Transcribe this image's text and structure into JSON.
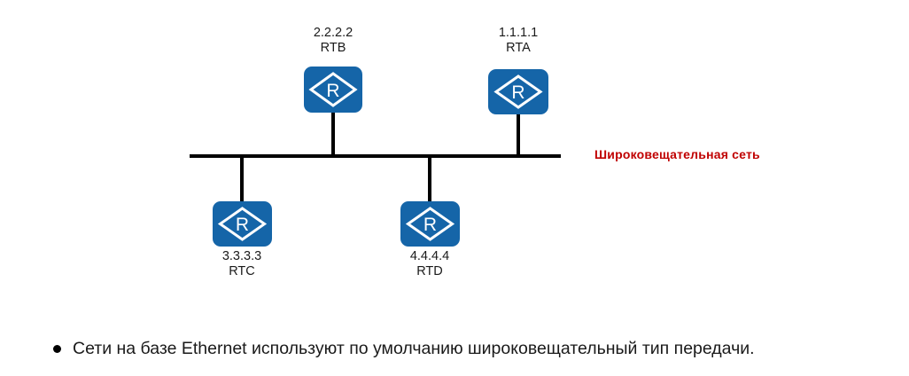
{
  "diagram": {
    "type": "network-topology",
    "bus": {
      "label": "Широковещательная сеть",
      "label_color": "#c00000",
      "line_color": "#000000"
    },
    "router_color": "#1565a8",
    "router_icon": "router-icon",
    "nodes": [
      {
        "id": "rtb",
        "ip": "2.2.2.2",
        "name": "RTB",
        "position": "above-bus"
      },
      {
        "id": "rta",
        "ip": "1.1.1.1",
        "name": "RTA",
        "position": "above-bus"
      },
      {
        "id": "rtc",
        "ip": "3.3.3.3",
        "name": "RTC",
        "position": "below-bus"
      },
      {
        "id": "rtd",
        "ip": "4.4.4.4",
        "name": "RTD",
        "position": "below-bus"
      }
    ]
  },
  "note": {
    "bullet": "•",
    "text": "Сети на базе Ethernet используют по умолчанию широковещательный тип передачи."
  }
}
